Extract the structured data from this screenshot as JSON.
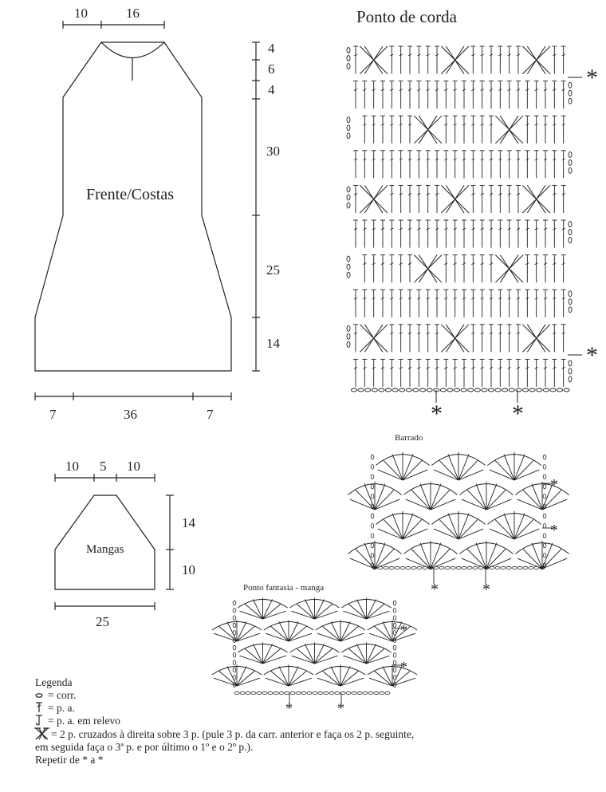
{
  "front_back": {
    "label": "Frente/Costas",
    "top_widths": [
      "10",
      "16"
    ],
    "side_heights": [
      "4",
      "6",
      "4",
      "30",
      "25",
      "14"
    ],
    "bottom_widths": [
      "7",
      "36",
      "7"
    ]
  },
  "sleeves": {
    "label": "Mangas",
    "top_widths": [
      "10",
      "5",
      "10"
    ],
    "side_heights": [
      "14",
      "10"
    ],
    "bottom_width": "25"
  },
  "ponto_corda": {
    "title": "Ponto de corda",
    "repeat_mark": "*"
  },
  "barrado": {
    "title": "Barrado",
    "repeat_mark": "*"
  },
  "ponto_fantasia": {
    "title": "Ponto fantasia - manga",
    "repeat_mark": "*"
  },
  "legend": {
    "title": "Legenda",
    "items": [
      {
        "icon": "chain-stitch-icon",
        "text": "= corr."
      },
      {
        "icon": "double-crochet-icon",
        "text": "= p. a."
      },
      {
        "icon": "relief-double-crochet-icon",
        "text": "= p. a. em relevo"
      },
      {
        "icon": "crossed-stitches-icon",
        "text": "= 2 p. cruzados à direita sobre 3 p. (pule 3 p. da carr. anterior e faça os 2 p. seguinte,"
      }
    ],
    "continuation": "em seguida faça o 3ª p. e por último o 1º e o 2º p.).",
    "repeat_note": "Repetir de * a *"
  }
}
